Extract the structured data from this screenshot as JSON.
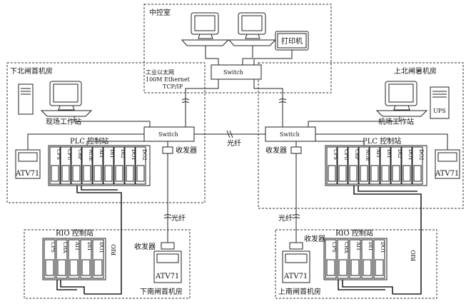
{
  "rooms": {
    "center": "中控室",
    "left_top": "下北闸首机房",
    "right_top": "上北闸暑机房",
    "left_bottom": "下南闸首机房",
    "right_bottom": "上南闸首机房"
  },
  "devices": {
    "switch": "Switch",
    "printer": "打印机",
    "ups": "UPS",
    "atv": "ATV71",
    "transceiver": "收发器",
    "fiber": "光纤",
    "rio": "RIO",
    "plc_station": "PLC 控制站",
    "rio_station": "RIO 控制站",
    "field_ws": "现场工作站",
    "machine_ws": "机场工作站"
  },
  "network": {
    "line1": "工业以太网",
    "line2": "100M Ethernet",
    "line3": "TCP/IP"
  },
  "plc_modules": [
    "CPS",
    "CPU",
    "CRP",
    "NOE",
    "AI1",
    "DI1",
    "DI2",
    "DO1",
    "DO2"
  ],
  "rio_modules": [
    "CPS",
    "CRA",
    "AI1",
    "DI1",
    "DO1"
  ]
}
